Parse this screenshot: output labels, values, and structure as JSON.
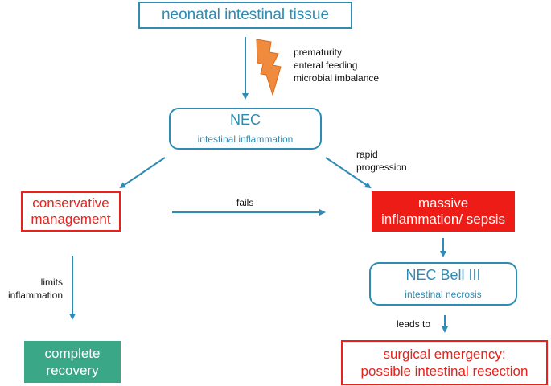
{
  "tissue": "neonatal intestinal tissue",
  "triggers": [
    "prematurity",
    "enteral feeding",
    "microbial imbalance"
  ],
  "nec": {
    "title": "NEC",
    "subtitle": "intestinal inflammation"
  },
  "rapid_progression": [
    "rapid",
    "progression"
  ],
  "conservative": [
    "conservative",
    "management"
  ],
  "fails": "fails",
  "massive": [
    "massive",
    "inflammation/ sepsis"
  ],
  "limits": [
    "limits",
    "inflammation"
  ],
  "bell": {
    "title": "NEC Bell III",
    "subtitle": "intestinal necrosis"
  },
  "leads_to": "leads to",
  "recovery": [
    "complete",
    "recovery"
  ],
  "surgical": [
    "surgical emergency:",
    "possible intestinal resection"
  ],
  "colors": {
    "blue": "#2e8bb3",
    "red": "#e8211b",
    "green": "#3aa787",
    "orange": "#f08a3c"
  },
  "icons": [
    "lightning-icon"
  ]
}
